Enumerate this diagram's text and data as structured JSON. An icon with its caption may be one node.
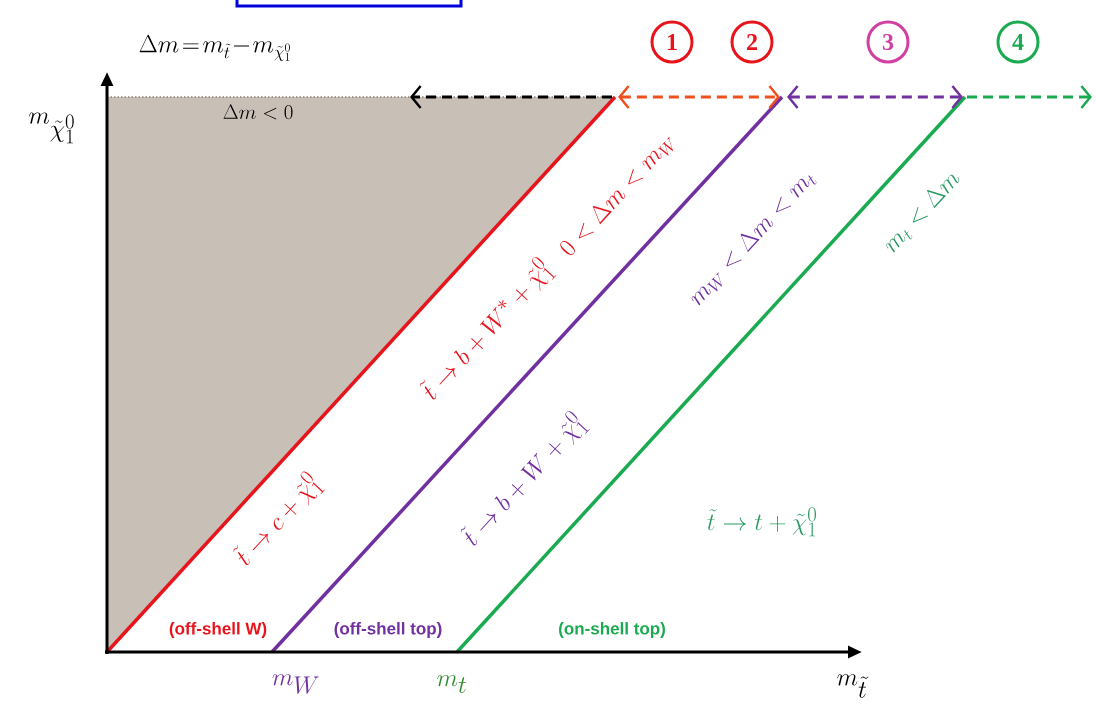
{
  "diagram": {
    "labels": [
      "\\Delta m\\!=\\!m_{\\tilde{t}}\\!-\\!m_{\\tilde{\\chi}_1^0}",
      "1",
      "2",
      "3",
      "4",
      "m_{\\tilde{\\chi}_1^0}",
      "\\Delta m<0",
      "0<\\Delta m<m_W",
      "m_W<\\Delta m<m_t",
      "m_t<\\Delta m",
      "\\tilde{t}\\rightarrow c+\\tilde{\\chi}_1^0",
      "\\tilde{t}\\rightarrow b+W^{*}+\\tilde{\\chi}_1^0",
      "\\tilde{t}\\rightarrow b+W+\\tilde{\\chi}_1^0",
      "\\tilde{t}\\rightarrow t+\\tilde{\\chi}_1^0",
      "(off-shell  W)",
      "(off-shell  top)",
      "(on-shell  top)",
      "m_W",
      "m_t",
      "m_{\\tilde{t}}"
    ]
  }
}
